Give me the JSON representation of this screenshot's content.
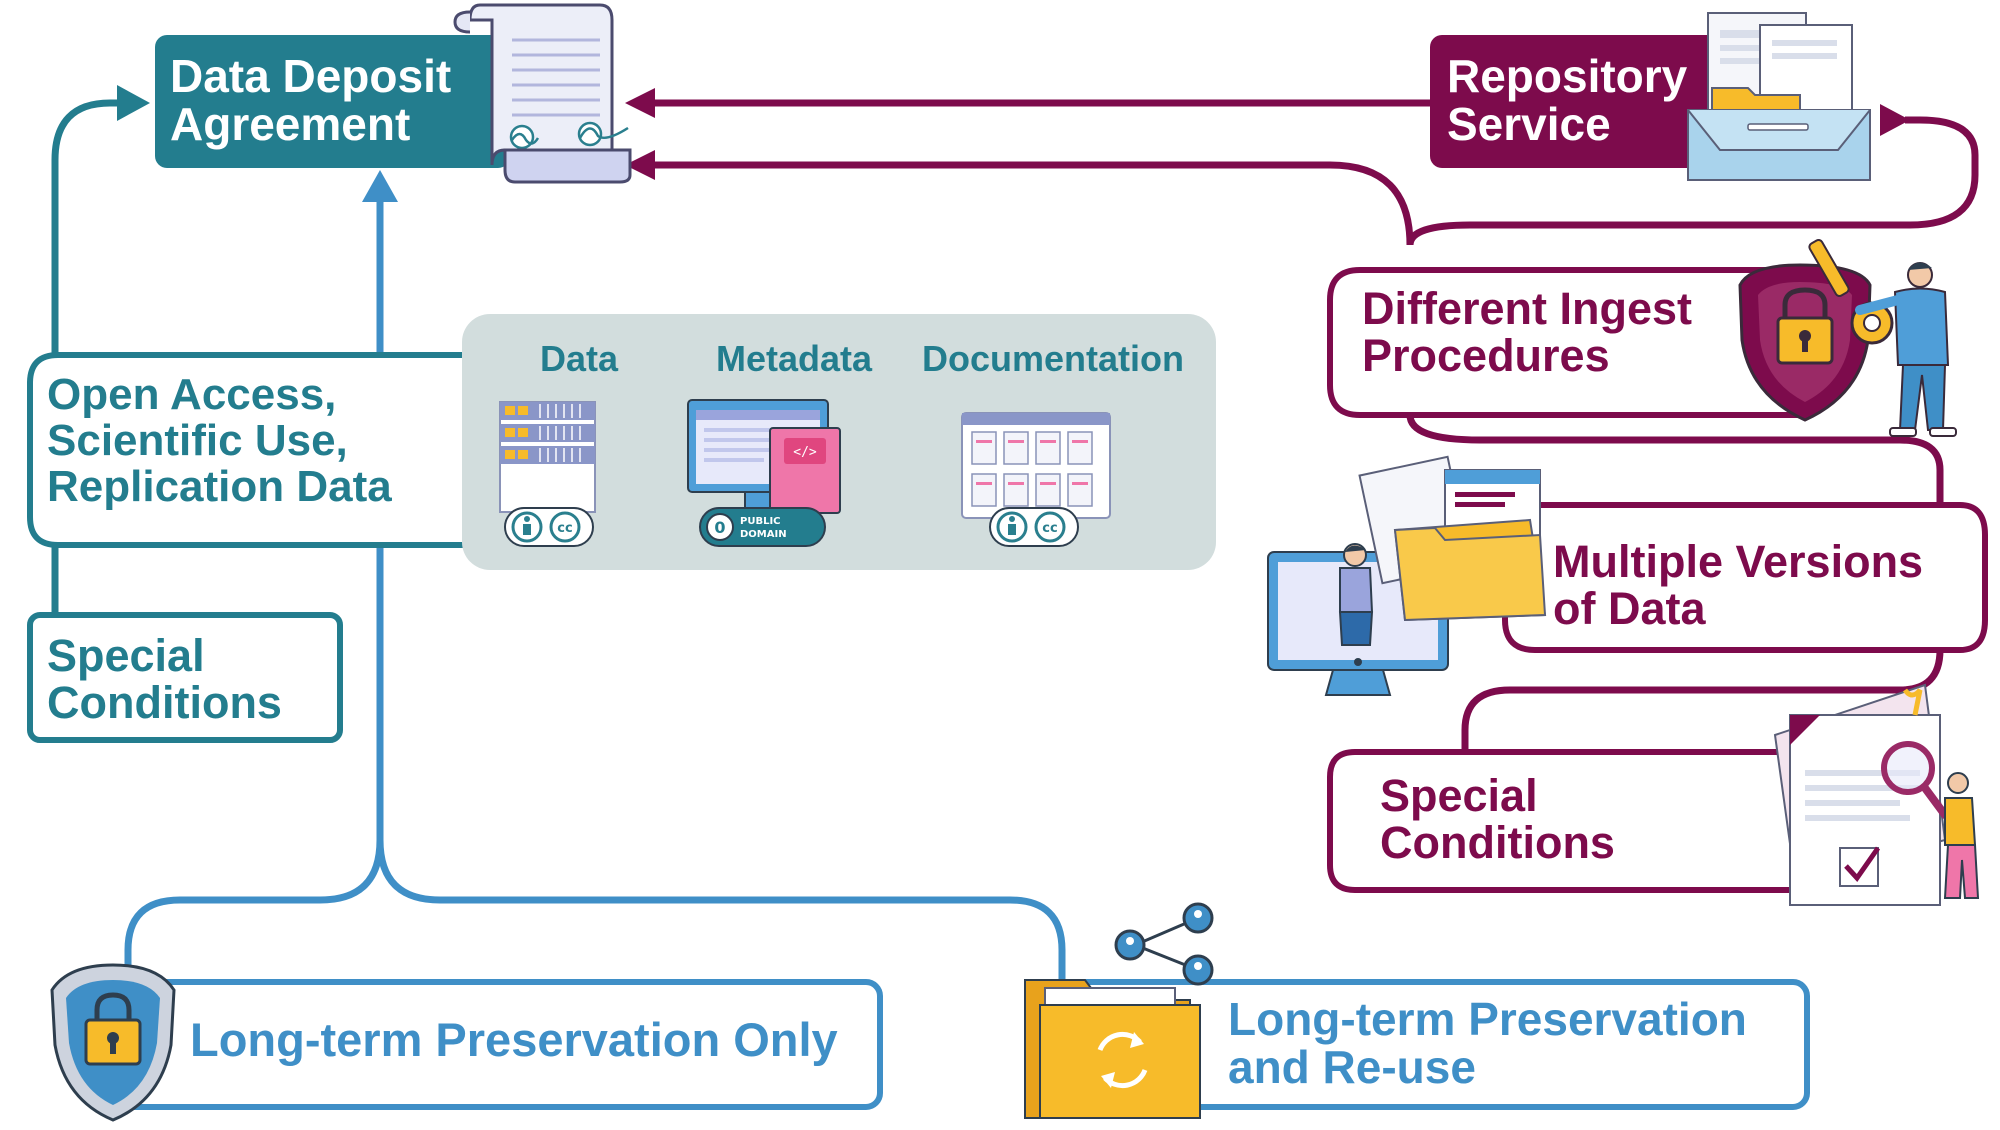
{
  "colors": {
    "teal": "#237d8e",
    "blue": "#3f8fc7",
    "plum": "#7d0b4c",
    "panel": "#d2dddd",
    "gold": "#f7bb2a"
  },
  "agreement": {
    "label": "Data Deposit\nAgreement"
  },
  "repository": {
    "label": "Repository\nService"
  },
  "open_access": {
    "label": "Open Access,\nScientific Use,\nReplication Data"
  },
  "special_left": {
    "label": "Special\nConditions"
  },
  "panel": {
    "data_heading": "Data",
    "metadata_heading": "Metadata",
    "documentation_heading": "Documentation",
    "data_badge": "cc",
    "metadata_badge_line1": "PUBLIC",
    "metadata_badge_line2": "DOMAIN",
    "documentation_badge": "cc"
  },
  "right": {
    "ingest": "Different Ingest\nProcedures",
    "versions": "Multiple Versions\nof Data",
    "special": "Special\nConditions"
  },
  "bottom": {
    "preservation_only": "Long-term Preservation Only",
    "preservation_reuse": "Long-term Preservation\nand Re-use"
  },
  "icons": [
    "contract-icon",
    "filing-cabinet-icon",
    "server-icon",
    "monitor-code-icon",
    "documents-grid-icon",
    "shield-lock-icon",
    "key-person-icon",
    "folder-person-icon",
    "magnifier-document-icon",
    "share-icon",
    "folder-sync-icon"
  ]
}
